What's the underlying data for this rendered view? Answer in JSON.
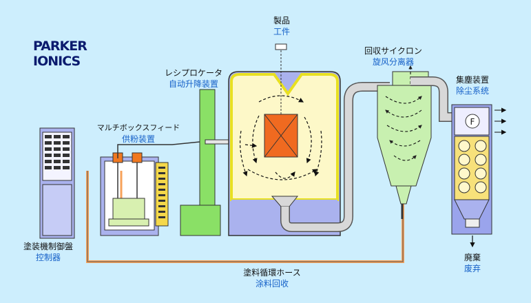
{
  "logo": {
    "line1": "PARKER",
    "line2": "IONICS"
  },
  "labels": {
    "product": {
      "jp": "製品",
      "cn": "工件"
    },
    "reciprocator": {
      "jp": "レシプロケータ",
      "cn": "自动升降装置"
    },
    "cyclone": {
      "jp": "回収サイクロン",
      "cn": "旋风分离器"
    },
    "collector": {
      "jp": "集塵装置",
      "cn": "除尘系统"
    },
    "feeder": {
      "jp": "マルチボックスフィード",
      "cn": "供粉装置"
    },
    "control": {
      "jp": "塗装機制御盤",
      "cn": "控制器"
    },
    "waste": {
      "jp": "廃棄",
      "cn": "废弃"
    },
    "hose": {
      "jp": "塗料循環ホース",
      "cn": "涂料回收"
    }
  },
  "colors": {
    "background": "#cdeefd",
    "panel": "#aab2ee",
    "booth_inner": "#fdf8c8",
    "booth_frame": "#e8e020",
    "workpiece": "#f06a20",
    "reciprocator": "#8ae066",
    "cyclone": "#c8f0b0",
    "collector": "#9aa4ec",
    "pipe": "#d8d8d8",
    "orange_line": "#f7a25a"
  }
}
